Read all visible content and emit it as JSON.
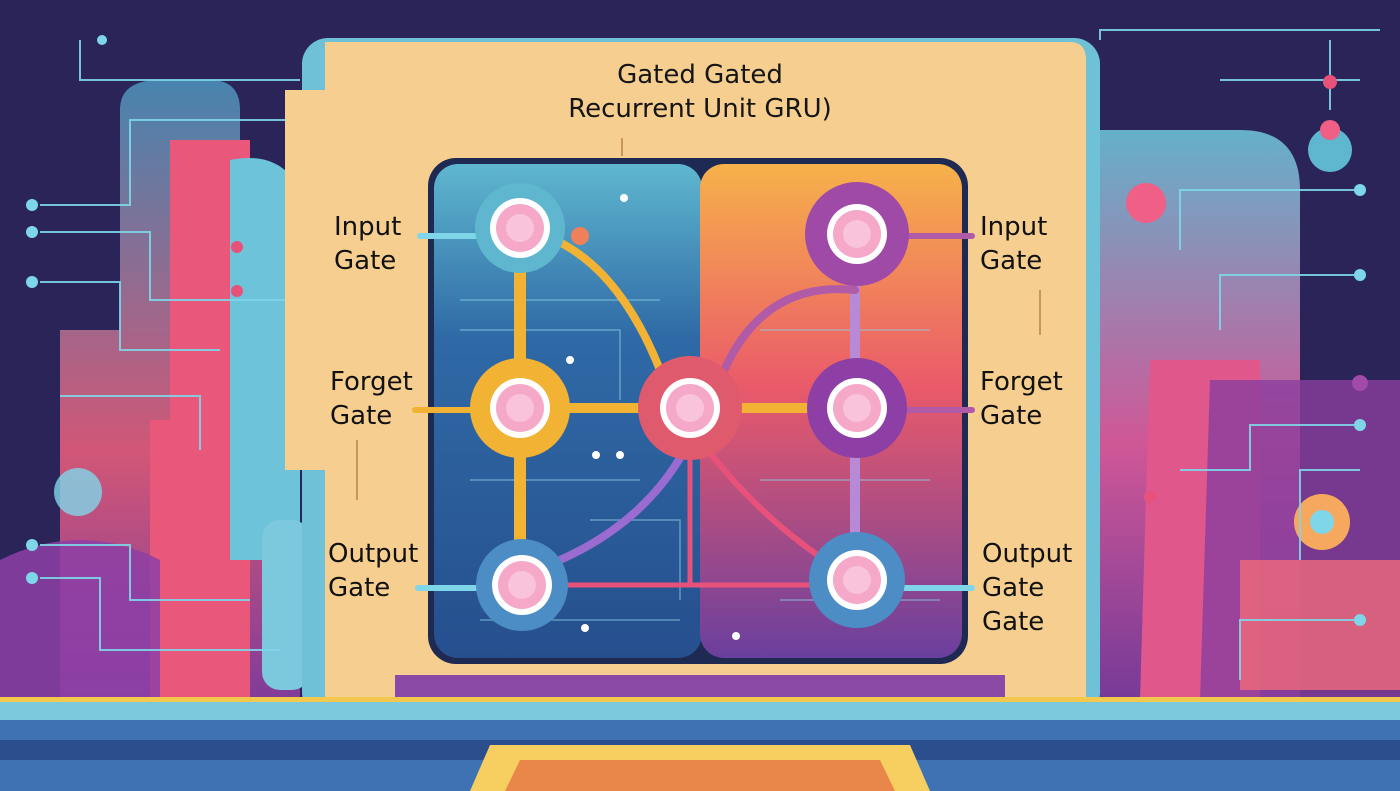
{
  "diagram": {
    "title_line1": "Gated Gated",
    "title_line2": "Recurrent Unit GRU)",
    "left_labels": {
      "input": [
        "Input",
        "Gate"
      ],
      "forget": [
        "Forget",
        "Gate"
      ],
      "output": [
        "Output",
        "Gate"
      ]
    },
    "right_labels": {
      "input": [
        "Input",
        "Gate"
      ],
      "forget": [
        "Forget",
        "Gate"
      ],
      "output": [
        "Output",
        "Gate",
        "Gate"
      ]
    }
  },
  "colors": {
    "background": "#2b2458",
    "panel": "#f6cf90",
    "left_cell": "#2f6aa6",
    "right_cell_top": "#f4a53c",
    "right_cell_bottom": "#7a4aa8",
    "node_core": "#f5a8c8",
    "wire_cyan": "#7fd6e8",
    "wire_pink": "#e8527a"
  }
}
